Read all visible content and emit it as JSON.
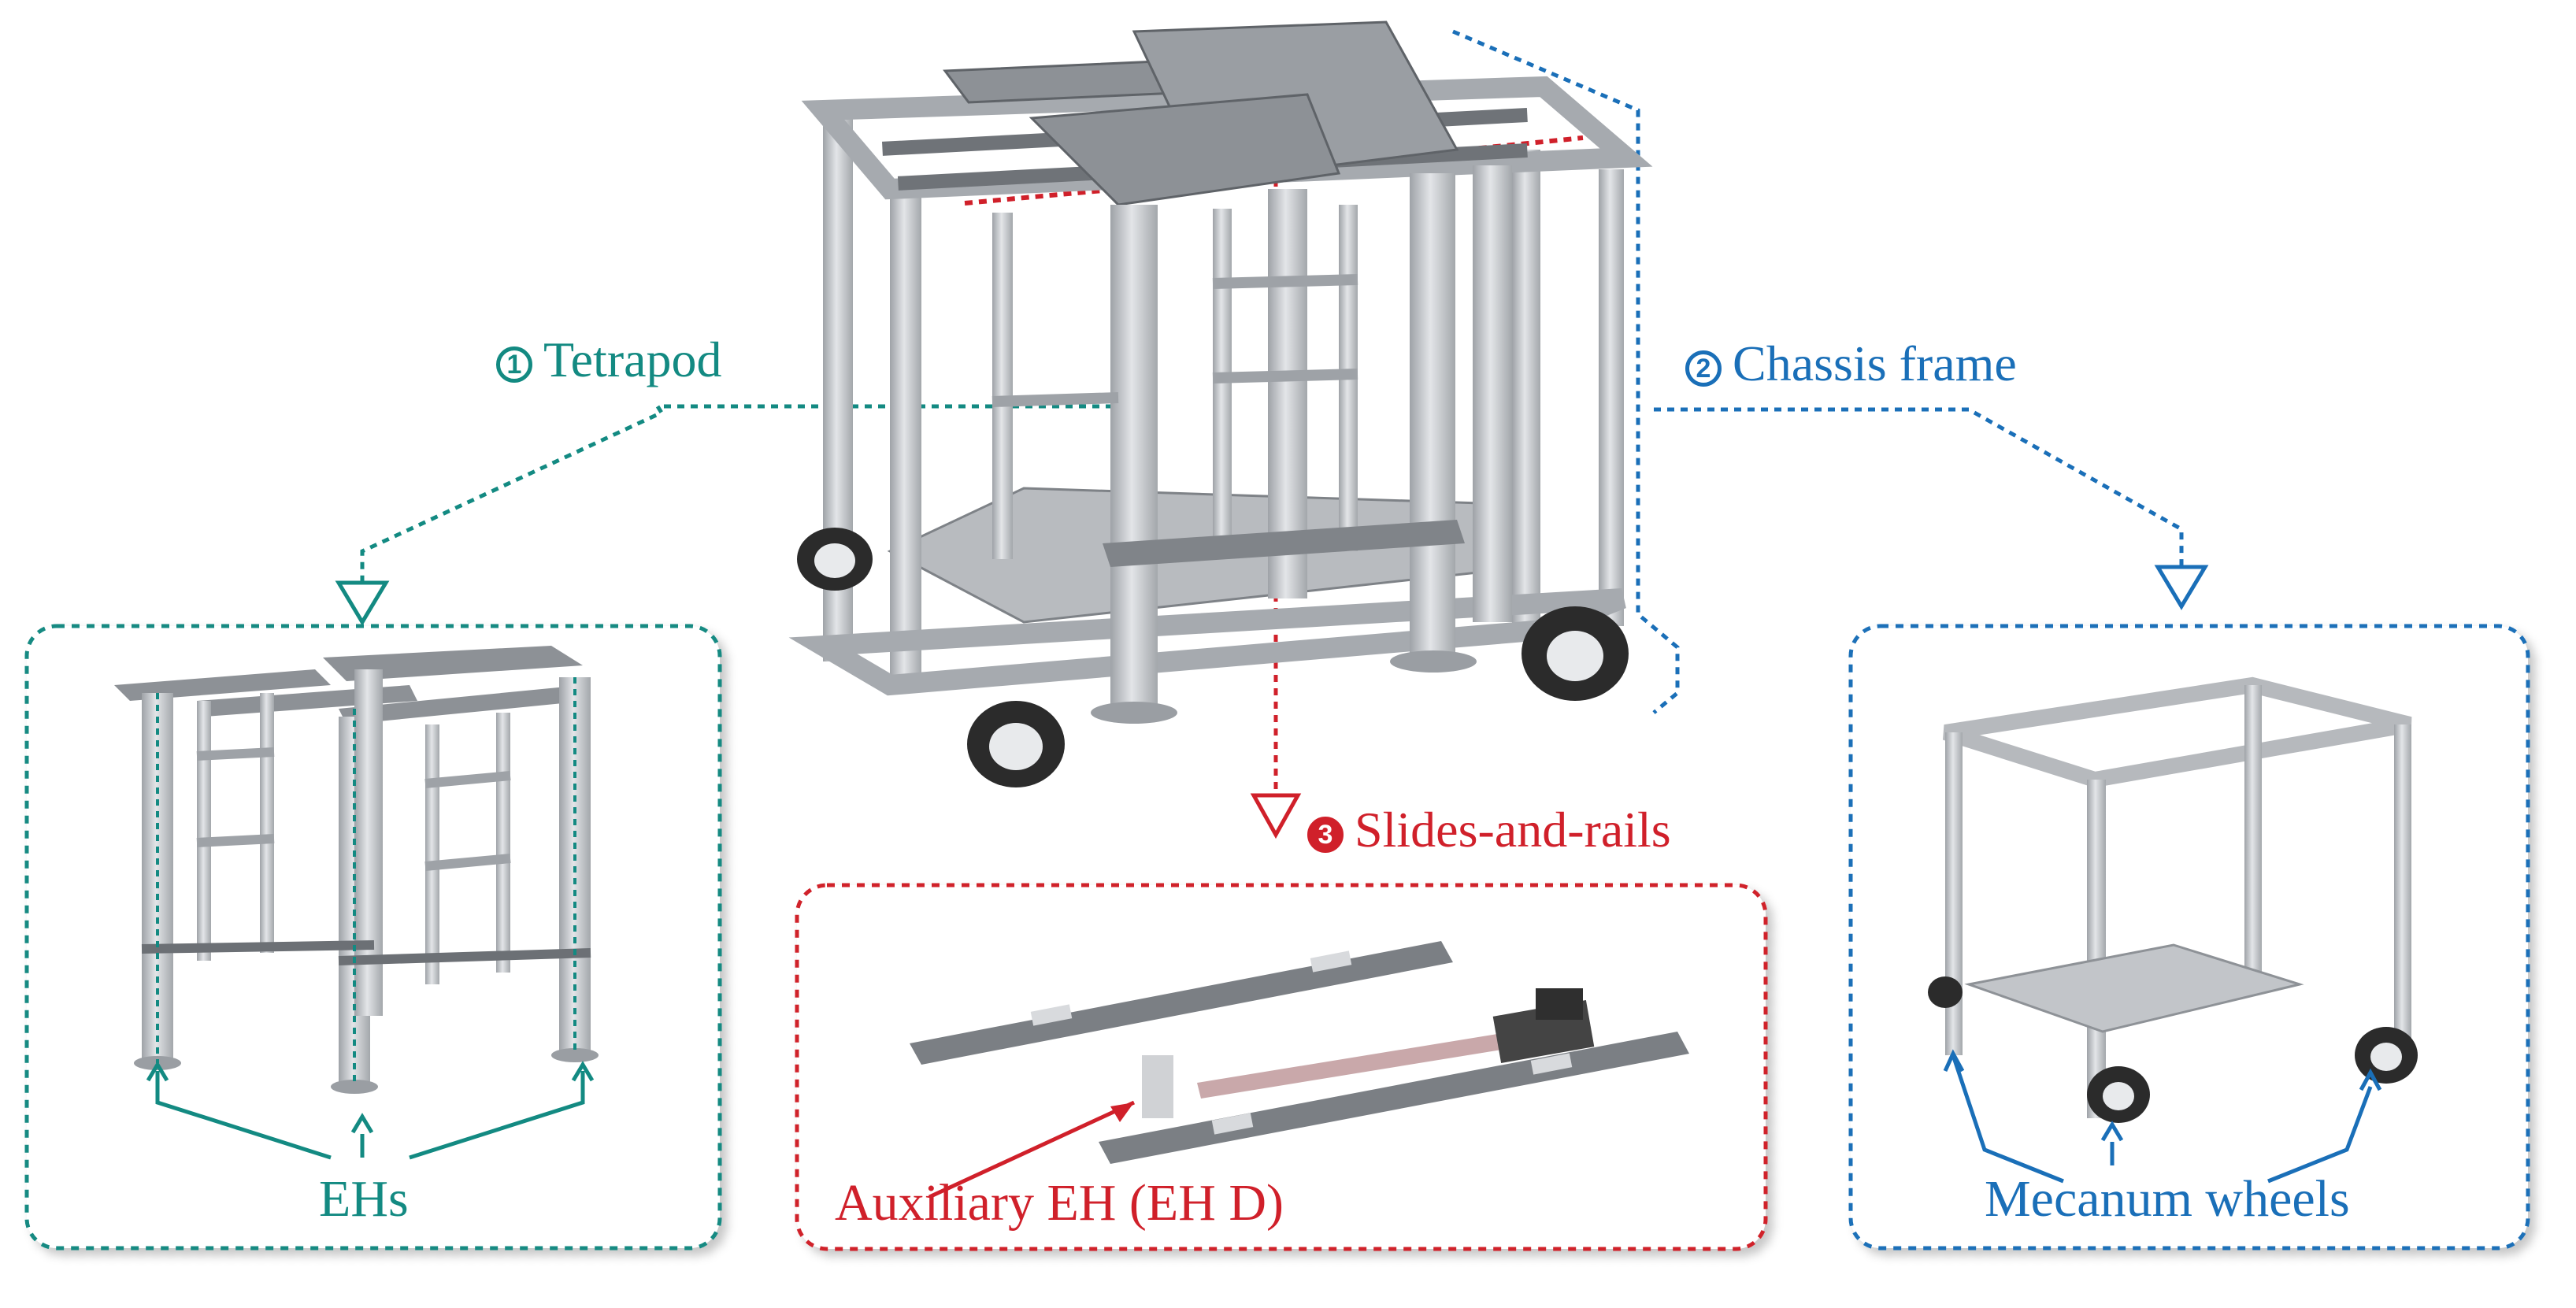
{
  "colors": {
    "tetrapod": "#138a82",
    "chassis": "#1a6fb8",
    "slides": "#d0202a",
    "aluminum": "#c9ccd0",
    "aluminum_dark": "#8e9297",
    "wheel_dark": "#2b2b2b"
  },
  "components": {
    "tetrapod": {
      "number": "1",
      "title": "Tetrapod"
    },
    "chassis": {
      "number": "2",
      "title": "Chassis frame"
    },
    "slides": {
      "number": "3",
      "title": "Slides-and-rails"
    }
  },
  "captions": {
    "ehs": "EHs",
    "mecanum": "Mecanum wheels",
    "auxiliary": "Auxiliary EH (EH D)"
  }
}
